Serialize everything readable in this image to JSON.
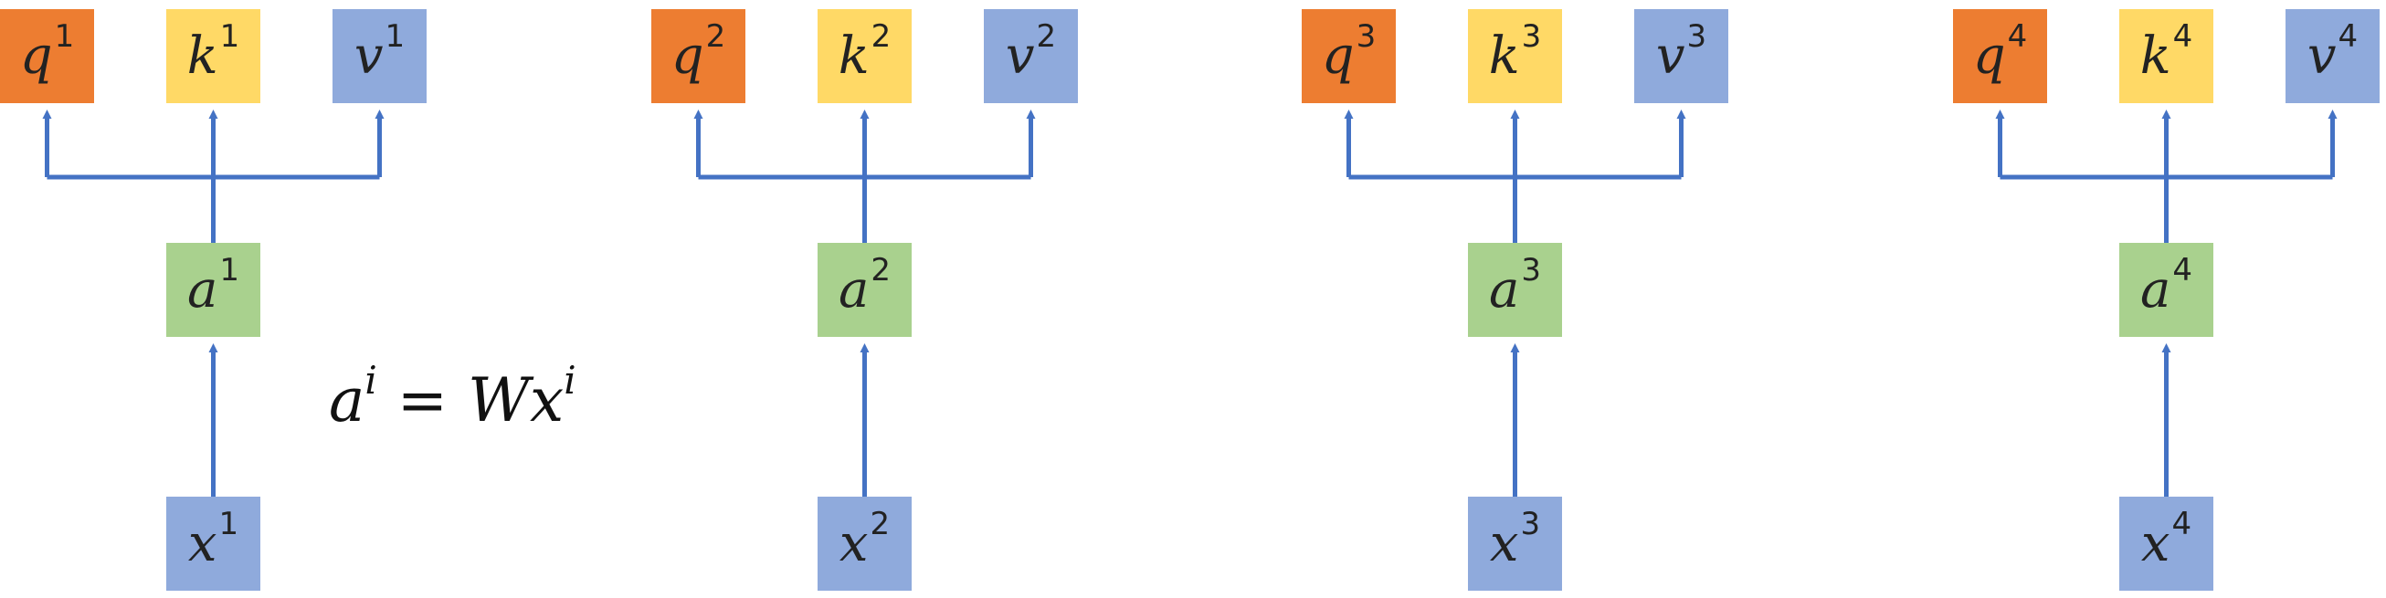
{
  "columns": [
    {
      "q": "q",
      "q_sup": "1",
      "k": "k",
      "k_sup": "1",
      "v": "v",
      "v_sup": "1",
      "a": "a",
      "a_sup": "1",
      "x": "x",
      "x_sup": "1"
    },
    {
      "q": "q",
      "q_sup": "2",
      "k": "k",
      "k_sup": "2",
      "v": "v",
      "v_sup": "2",
      "a": "a",
      "a_sup": "2",
      "x": "x",
      "x_sup": "2"
    },
    {
      "q": "q",
      "q_sup": "3",
      "k": "k",
      "k_sup": "3",
      "v": "v",
      "v_sup": "3",
      "a": "a",
      "a_sup": "3",
      "x": "x",
      "x_sup": "3"
    },
    {
      "q": "q",
      "q_sup": "4",
      "k": "k",
      "k_sup": "4",
      "v": "v",
      "v_sup": "4",
      "a": "a",
      "a_sup": "4",
      "x": "x",
      "x_sup": "4"
    }
  ],
  "formula": {
    "lhs": "a",
    "lhs_sup": "i",
    "eq": "=",
    "rhs_w": "W",
    "rhs_x": "x",
    "rhs_sup": "i"
  },
  "colors": {
    "q": "#ED7D31",
    "k": "#FFD966",
    "v": "#8FAADC",
    "a": "#A9D18E",
    "x": "#8FAADC",
    "arrow": "#4472C4"
  }
}
